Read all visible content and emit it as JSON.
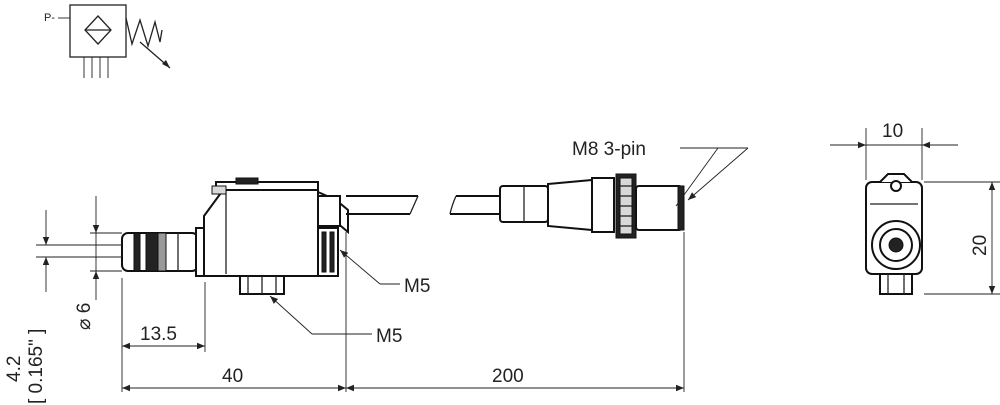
{
  "symbol": {
    "port_label": "P-"
  },
  "dimensions": {
    "connector_label": "M8 3-pin",
    "thread_top": "M5",
    "thread_bottom": "M5",
    "dim_13_5": "13.5",
    "dim_40": "40",
    "dim_200": "200",
    "dim_diameter": "⌀ 6",
    "dim_4_2": "4.2",
    "dim_inch": "[ 0.165\" ]",
    "dim_width": "10",
    "dim_height": "20"
  }
}
